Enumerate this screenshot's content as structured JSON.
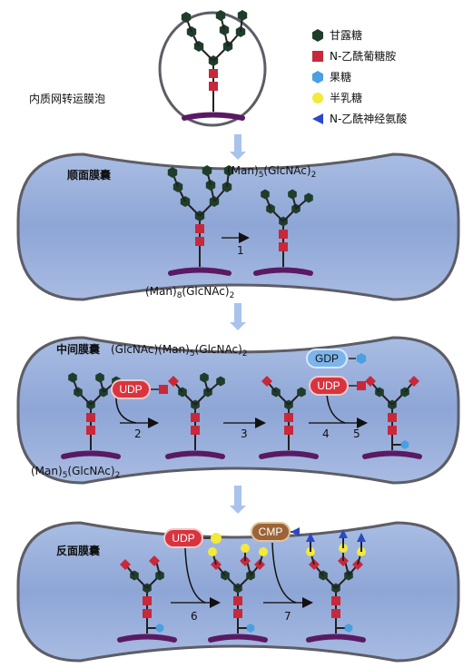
{
  "vesicle": {
    "label": "内质网转运膜泡"
  },
  "legend": [
    {
      "key": "mannose",
      "label": "甘露糖",
      "symbol": "dark-green-hexagon",
      "color": "#1f3d2b"
    },
    {
      "key": "glcnac",
      "label": "N-乙酰葡糖胺",
      "symbol": "red-square",
      "color": "#c8283a"
    },
    {
      "key": "fructose",
      "label": "果糖",
      "symbol": "blue-hexagon",
      "color": "#4aa0e0"
    },
    {
      "key": "galactose",
      "label": "半乳糖",
      "symbol": "yellow-circle",
      "color": "#f2ea3a"
    },
    {
      "key": "sialic",
      "label": "N-乙酰神经氨酸",
      "symbol": "blue-triangle",
      "color": "#2a48c8"
    }
  ],
  "cisterns": [
    {
      "key": "cis",
      "label": "顺面膜囊",
      "top_formula": {
        "main": "(Man)",
        "s1": "5",
        "mid": "(GlcNAc)",
        "s2": "2"
      },
      "bottom_formula": {
        "main": "(Man)",
        "s1": "8",
        "mid": "(GlcNAc)",
        "s2": "2"
      },
      "steps": [
        "1"
      ]
    },
    {
      "key": "medial",
      "label": "中间膜囊",
      "top_formula": {
        "pre": "(GlcNAc)",
        "main": "(Man)",
        "s1": "5",
        "mid": "(GlcNAc)",
        "s2": "2"
      },
      "bottom_formula": {
        "main": "(Man)",
        "s1": "5",
        "mid": "(GlcNAc)",
        "s2": "2"
      },
      "steps": [
        "2",
        "3",
        "4",
        "5"
      ],
      "donors": [
        "UDP",
        "GDP",
        "UDP"
      ]
    },
    {
      "key": "trans",
      "label": "反面膜囊",
      "steps": [
        "6",
        "7"
      ],
      "donors": [
        "UDP",
        "CMP"
      ]
    }
  ]
}
